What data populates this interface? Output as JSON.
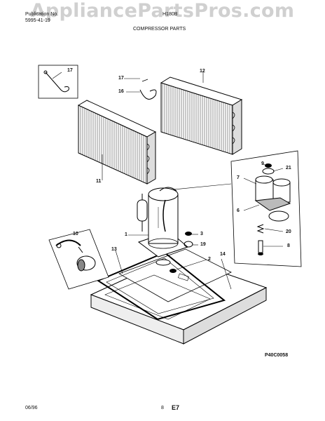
{
  "watermark": "AppliancePartsPros.com",
  "header": {
    "publication_label": "Publication No.",
    "publication_no": "5995-41-19",
    "model": "H180B",
    "section_title": "COMPRESSOR PARTS"
  },
  "callouts": {
    "c1": "1",
    "c2": "2",
    "c3": "3",
    "c6": "6",
    "c7": "7",
    "c8": "8",
    "c9": "9",
    "c10": "10",
    "c11": "11",
    "c12": "12",
    "c13": "13",
    "c14": "14",
    "c16": "16",
    "c17a": "17",
    "c17b": "17",
    "c19": "19",
    "c20": "20",
    "c21": "21"
  },
  "figure_code": "P40C0058",
  "footer": {
    "date": "06/96",
    "page": "8",
    "section": "E7"
  }
}
